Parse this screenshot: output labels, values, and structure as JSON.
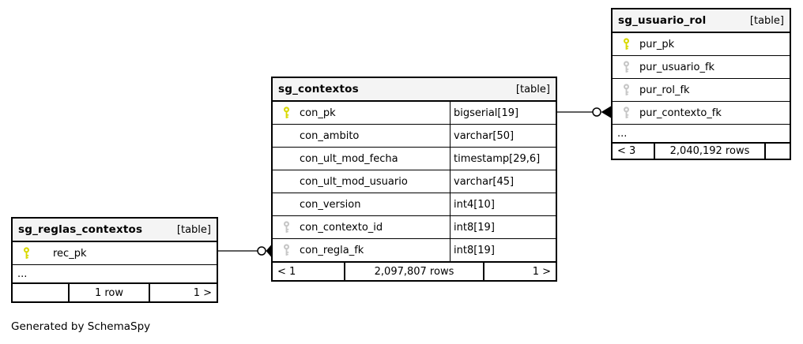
{
  "footer_note": "Generated by SchemaSpy",
  "colors": {
    "primary_key": "#d9d900",
    "foreign_key": "#c6c6c6",
    "header_bg": "#f4f4f4",
    "border": "#000000"
  },
  "tables": {
    "sg_usuario_rol": {
      "title": "sg_usuario_rol",
      "tag": "[table]",
      "columns": [
        {
          "name": "pur_pk",
          "key": "primary"
        },
        {
          "name": "pur_usuario_fk",
          "key": "foreign"
        },
        {
          "name": "pur_rol_fk",
          "key": "foreign"
        },
        {
          "name": "pur_contexto_fk",
          "key": "foreign"
        }
      ],
      "ellipsis": "...",
      "footer": {
        "left": "< 3",
        "center": "2,040,192 rows",
        "right": ""
      }
    },
    "sg_contextos": {
      "title": "sg_contextos",
      "tag": "[table]",
      "columns": [
        {
          "name": "con_pk",
          "type": "bigserial[19]",
          "key": "primary"
        },
        {
          "name": "con_ambito",
          "type": "varchar[50]",
          "key": "none"
        },
        {
          "name": "con_ult_mod_fecha",
          "type": "timestamp[29,6]",
          "key": "none"
        },
        {
          "name": "con_ult_mod_usuario",
          "type": "varchar[45]",
          "key": "none"
        },
        {
          "name": "con_version",
          "type": "int4[10]",
          "key": "none"
        },
        {
          "name": "con_contexto_id",
          "type": "int8[19]",
          "key": "foreign"
        },
        {
          "name": "con_regla_fk",
          "type": "int8[19]",
          "key": "foreign"
        }
      ],
      "footer": {
        "left": "< 1",
        "center": "2,097,807 rows",
        "right": "1 >"
      }
    },
    "sg_reglas_contextos": {
      "title": "sg_reglas_contextos",
      "tag": "[table]",
      "columns": [
        {
          "name": "rec_pk",
          "key": "primary"
        }
      ],
      "ellipsis": "...",
      "footer": {
        "left": "",
        "center": "1 row",
        "right": "1 >"
      }
    }
  },
  "relationships": [
    {
      "from": "sg_contextos.con_pk",
      "to": "sg_usuario_rol.pur_contexto_fk"
    },
    {
      "from": "sg_reglas_contextos.rec_pk",
      "to": "sg_contextos.con_regla_fk"
    }
  ]
}
